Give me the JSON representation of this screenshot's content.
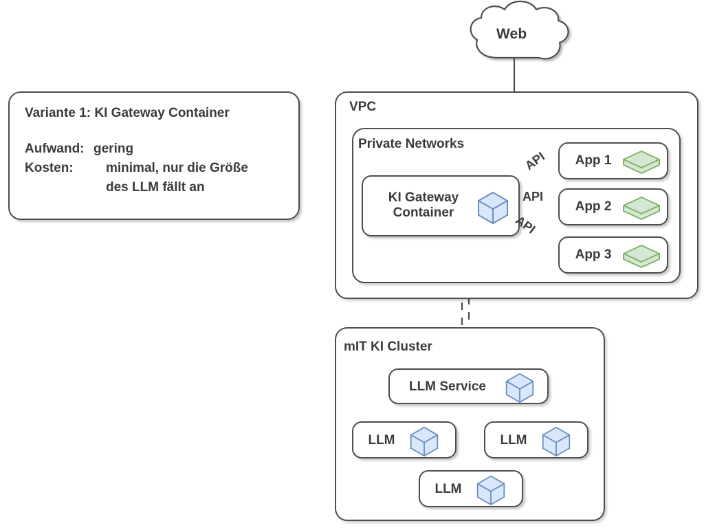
{
  "diagram": {
    "title": "Variante 1: KI Gateway Container",
    "legend": {
      "heading": "Variante 1: KI Gateway Container",
      "rows": [
        {
          "term": "Aufwand:",
          "value": "gering"
        },
        {
          "term": "Kosten:",
          "value": "minimal, nur die Größe"
        },
        {
          "term": "",
          "value": "des LLM fällt an"
        }
      ]
    },
    "cloud": {
      "label": "Web",
      "icon": "cloud-icon"
    },
    "vpc": {
      "title": "VPC",
      "private_networks": {
        "title": "Private Networks",
        "gateway": {
          "label": "KI Gateway\nContainer",
          "icon": "blue-cube-icon"
        },
        "apps": [
          {
            "label": "App 1",
            "icon": "green-slab-icon",
            "edge_label": "API"
          },
          {
            "label": "App 2",
            "icon": "green-slab-icon",
            "edge_label": "API"
          },
          {
            "label": "App 3",
            "icon": "green-slab-icon",
            "edge_label": "API"
          }
        ]
      }
    },
    "cluster": {
      "title": "mIT KI Cluster",
      "service": {
        "label": "LLM Service",
        "icon": "blue-cube-icon"
      },
      "nodes": [
        {
          "label": "LLM",
          "icon": "blue-cube-icon"
        },
        {
          "label": "LLM",
          "icon": "blue-cube-icon"
        },
        {
          "label": "LLM",
          "icon": "blue-cube-icon"
        }
      ]
    },
    "colors": {
      "stroke": "#4d4d4d",
      "text": "#3b3b3b",
      "blue_cube_fill": "#dae8fc",
      "blue_cube_stroke": "#6c8ebf",
      "green_slab_fill": "#d5e8d4",
      "green_slab_stroke": "#82b366",
      "background": "#ffffff"
    }
  }
}
